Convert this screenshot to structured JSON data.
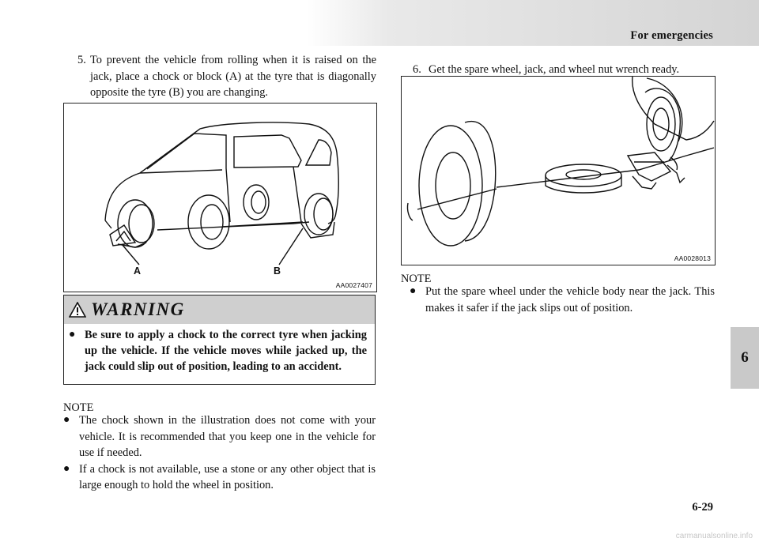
{
  "header": {
    "section_title": "For emergencies",
    "chapter_tab": "6",
    "page_number": "6-29",
    "watermark": "carmanualsonline.info"
  },
  "left": {
    "step_number": "5.",
    "step_text": "To prevent the vehicle from rolling when it is raised on the jack, place a chock or block (A) at the tyre that is diagonally opposite the tyre (B) you are changing.",
    "figure": {
      "label_a": "A",
      "label_b": "B",
      "code": "AA0027407"
    },
    "warning": {
      "title": "WARNING",
      "text": "Be sure to apply a chock to the correct tyre when jacking up the vehicle. If the vehicle moves while jacked up, the jack could slip out of position, leading to an accident."
    },
    "note": {
      "label": "NOTE",
      "items": [
        "The chock shown in the illustration does not come with your vehicle. It is recommended that you keep one in the vehicle for use if needed.",
        "If a chock is not available, use a stone or any other object that is large enough to hold the wheel in position."
      ]
    }
  },
  "right": {
    "step_number": "6.",
    "step_text": "Get the spare wheel, jack, and wheel nut wrench ready.",
    "figure": {
      "code": "AA0028013"
    },
    "note": {
      "label": "NOTE",
      "items": [
        "Put the spare wheel under the vehicle body near the jack. This makes it safer if the jack slips out of position."
      ]
    }
  }
}
